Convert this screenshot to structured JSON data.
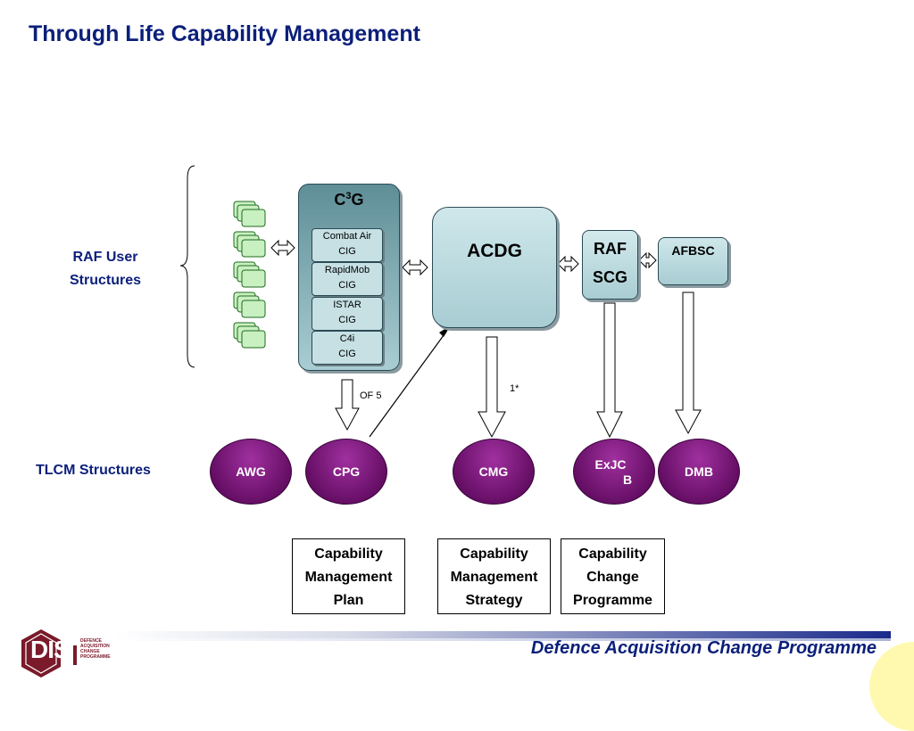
{
  "title": "Through Life Capability Management",
  "raf_user": {
    "line1": "RAF User",
    "line2": "Structures"
  },
  "tlcm_label": "TLCM Structures",
  "c3g": {
    "base": "C",
    "sup": "3",
    "suffix": "G",
    "cigs": [
      {
        "line1": "Combat Air",
        "line2": "CIG"
      },
      {
        "line1": "RapidMob",
        "line2": "CIG"
      },
      {
        "line1": "ISTAR",
        "line2": "CIG"
      },
      {
        "line1": "C4i",
        "line2": "CIG"
      }
    ]
  },
  "acdg": "ACDG",
  "rafscg": {
    "line1": "RAF",
    "line2": "SCG"
  },
  "afbsc": "AFBSC",
  "annotations": {
    "of5": "OF 5",
    "one_star": "1*"
  },
  "ovals": {
    "awg": "AWG",
    "cpg": "CPG",
    "cmg": "CMG",
    "exjcb_line1": "ExJC",
    "exjcb_line2": "B",
    "dmb": "DMB"
  },
  "boxes": [
    {
      "line1": "Capability",
      "line2": "Management",
      "line3": "Plan"
    },
    {
      "line1": "Capability",
      "line2": "Management",
      "line3": "Strategy"
    },
    {
      "line1": "Capability",
      "line2": "Change",
      "line3": "Programme"
    }
  ],
  "footer": "Defence Acquisition Change Programme",
  "logo": {
    "mark": "DIS",
    "l1": "DEFENCE",
    "l2": "ACQUISITION",
    "l3": "CHANGE",
    "l4": "PROGRAMME"
  },
  "colors": {
    "navy": "#0b1f7a",
    "purple": "#7a1a7a",
    "teal": "#7fa6ad",
    "green": "#c8f0c0"
  }
}
